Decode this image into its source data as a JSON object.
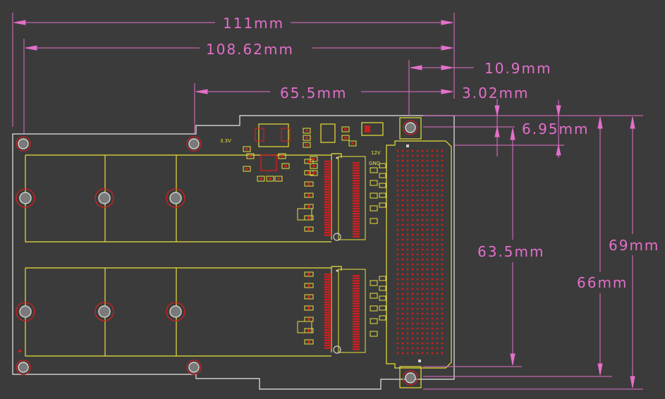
{
  "colors": {
    "background": "#3b3b3b",
    "outline": "#e8e8e8",
    "dimension": "#e36fc9",
    "silkscreen": "#e8e03a",
    "copper": "#d01e1e",
    "hole_ring": "#d42020",
    "hole_fill": "#7a7a7a"
  },
  "dimensions": {
    "overall_width": "111mm",
    "inner_width": "108.62mm",
    "offset_a": "65.5mm",
    "offset_b": "10.9mm",
    "offset_c": "3.02mm",
    "offset_d": "6.95mm",
    "height_a": "63.5mm",
    "height_b": "66mm",
    "height_c": "69mm"
  },
  "board_labels": {
    "rail_label": "3.3V",
    "connector_label_a": "12V",
    "connector_label_b": "GND"
  }
}
